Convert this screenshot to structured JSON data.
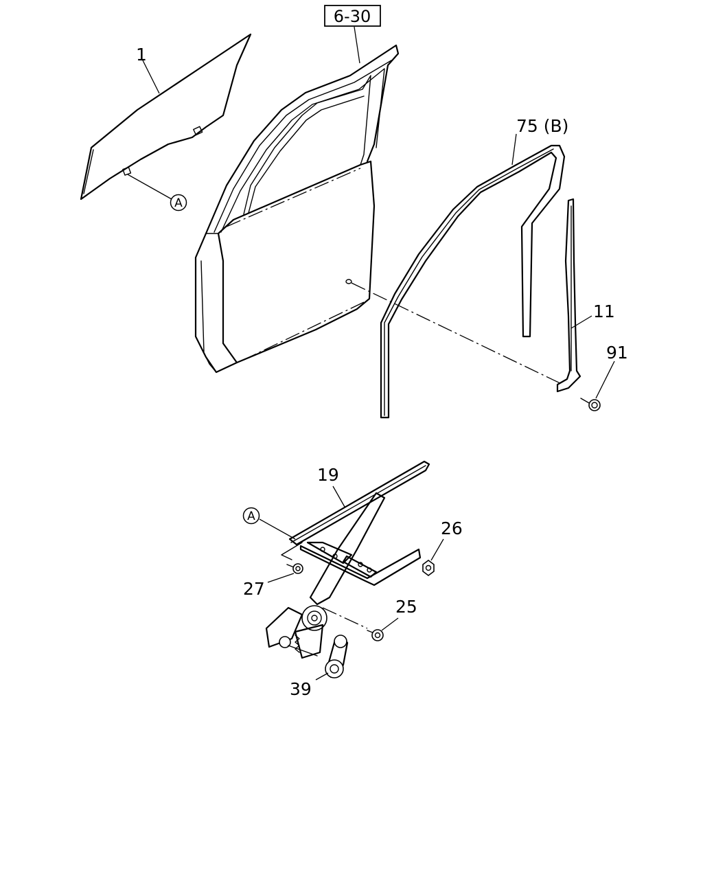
{
  "reference": "6-30",
  "callouts": {
    "glass": "1",
    "channel": "75 (B)",
    "guide": "11",
    "screw_91": "91",
    "regulator": "19",
    "nut_26": "26",
    "bolt_27": "27",
    "bolt_25": "25",
    "handle": "39"
  },
  "connector_markers": {
    "upper": "A",
    "lower": "A"
  }
}
